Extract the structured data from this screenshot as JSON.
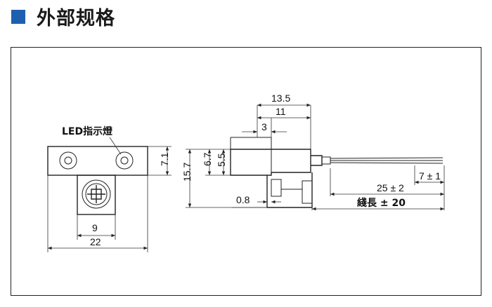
{
  "header": {
    "title": "外部规格",
    "accent_color": "#1e5fb0"
  },
  "diagram": {
    "led_label": "LED指示燈",
    "front": {
      "height": "7.1",
      "inner": "9",
      "width": "22"
    },
    "side": {
      "overall_height": "15.7",
      "body_height": "6.7",
      "window_height": "5.5",
      "total_length": "13.5",
      "body_length": "11",
      "step": "3",
      "gap": "0.8",
      "strip": "7 ± 1",
      "cable_25": "25 ± 2",
      "cable_length": "綫長 ± 20"
    }
  }
}
